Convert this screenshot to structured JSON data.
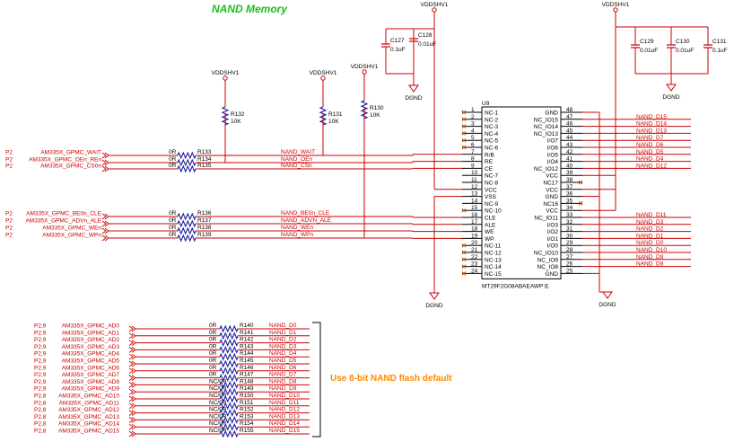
{
  "title": "NAND Memory",
  "note": "Use 8-bit NAND flash default",
  "power": {
    "vddshv1": "VDDSHV1",
    "dgnd": "DGND"
  },
  "caps": [
    {
      "ref": "C127",
      "val": "0.1uF"
    },
    {
      "ref": "C128",
      "val": "0.01uF"
    },
    {
      "ref": "C129",
      "val": "0.01uF"
    },
    {
      "ref": "C130",
      "val": "0.01uF"
    },
    {
      "ref": "C131",
      "val": "0.1uF"
    }
  ],
  "pullups": [
    {
      "ref": "R132",
      "val": "10K"
    },
    {
      "ref": "R131",
      "val": "10K"
    },
    {
      "ref": "R130",
      "val": "10K"
    }
  ],
  "ic": {
    "ref": "U9",
    "part": "MT29F2G08ABAEAWP:E",
    "left_pins": [
      {
        "num": "1",
        "name": "NC-1"
      },
      {
        "num": "2",
        "name": "NC-2"
      },
      {
        "num": "3",
        "name": "NC-3"
      },
      {
        "num": "4",
        "name": "NC-4"
      },
      {
        "num": "5",
        "name": "NC-5"
      },
      {
        "num": "6",
        "name": "NC-6"
      },
      {
        "num": "7",
        "name": "R/B"
      },
      {
        "num": "8",
        "name": "RE"
      },
      {
        "num": "9",
        "name": "CE"
      },
      {
        "num": "10",
        "name": "NC-7"
      },
      {
        "num": "11",
        "name": "NC-8"
      },
      {
        "num": "12",
        "name": "VCC"
      },
      {
        "num": "13",
        "name": "VSS"
      },
      {
        "num": "14",
        "name": "NC-9"
      },
      {
        "num": "15",
        "name": "NC-10"
      },
      {
        "num": "16",
        "name": "CLE"
      },
      {
        "num": "17",
        "name": "ALE"
      },
      {
        "num": "18",
        "name": "WE"
      },
      {
        "num": "19",
        "name": "WP"
      },
      {
        "num": "20",
        "name": "NC-11"
      },
      {
        "num": "21",
        "name": "NC-12"
      },
      {
        "num": "22",
        "name": "NC-13"
      },
      {
        "num": "23",
        "name": "NC-14"
      },
      {
        "num": "24",
        "name": "NC-15"
      }
    ],
    "right_pins": [
      {
        "num": "48",
        "name": "GND"
      },
      {
        "num": "47",
        "name": "NC_IO15"
      },
      {
        "num": "46",
        "name": "NC_IO14"
      },
      {
        "num": "45",
        "name": "NC_IO13"
      },
      {
        "num": "44",
        "name": "I/O7"
      },
      {
        "num": "43",
        "name": "I/O6"
      },
      {
        "num": "42",
        "name": "I/O5"
      },
      {
        "num": "41",
        "name": "I/O4"
      },
      {
        "num": "40",
        "name": "NC_IO12"
      },
      {
        "num": "39",
        "name": "VCC"
      },
      {
        "num": "38",
        "name": "NC17"
      },
      {
        "num": "37",
        "name": "VCC"
      },
      {
        "num": "36",
        "name": "GND"
      },
      {
        "num": "35",
        "name": "NC16"
      },
      {
        "num": "34",
        "name": "VCC"
      },
      {
        "num": "33",
        "name": "NC_IO11"
      },
      {
        "num": "32",
        "name": "I/O3"
      },
      {
        "num": "31",
        "name": "I/O2"
      },
      {
        "num": "30",
        "name": "I/O1"
      },
      {
        "num": "29",
        "name": "I/O0"
      },
      {
        "num": "28",
        "name": "NC_IO10"
      },
      {
        "num": "27",
        "name": "NC_IO9"
      },
      {
        "num": "26",
        "name": "NC_IO8"
      },
      {
        "num": "25",
        "name": "GND"
      }
    ],
    "right_nets": [
      {
        "pin": "47",
        "net": "NAND_D15"
      },
      {
        "pin": "46",
        "net": "NAND_D14"
      },
      {
        "pin": "45",
        "net": "NAND_D13"
      },
      {
        "pin": "44",
        "net": "NAND_D7"
      },
      {
        "pin": "43",
        "net": "NAND_D6"
      },
      {
        "pin": "42",
        "net": "NAND_D5"
      },
      {
        "pin": "41",
        "net": "NAND_D4"
      },
      {
        "pin": "40",
        "net": "NAND_D12"
      },
      {
        "pin": "33",
        "net": "NAND_D11"
      },
      {
        "pin": "32",
        "net": "NAND_D3"
      },
      {
        "pin": "31",
        "net": "NAND_D2"
      },
      {
        "pin": "30",
        "net": "NAND_D1"
      },
      {
        "pin": "29",
        "net": "NAND_D0"
      },
      {
        "pin": "28",
        "net": "NAND_D10"
      },
      {
        "pin": "27",
        "net": "NAND_D9"
      },
      {
        "pin": "26",
        "net": "NAND_D8"
      }
    ]
  },
  "control_signals": [
    {
      "port": "P2",
      "signal": "AM335X_GPMC_WAIT",
      "val": "0R",
      "ref": "R133",
      "net": "NAND_WAIT",
      "pin": "7"
    },
    {
      "port": "P2",
      "signal": "AM335X_GPMC_OEn_REn",
      "val": "0R",
      "ref": "R134",
      "net": "NAND_OEn",
      "pin": "8"
    },
    {
      "port": "P2",
      "signal": "AM335X_GPMC_CS0n",
      "val": "0R",
      "ref": "R135",
      "net": "NAND_CSn",
      "pin": "9"
    },
    {
      "port": "P2",
      "signal": "AM335X_GPMC_BE0n_CLE",
      "val": "0R",
      "ref": "R136",
      "net": "NAND_BE0n_CLE",
      "pin": "16"
    },
    {
      "port": "P2",
      "signal": "AM335X_GPMC_ADVn_ALE",
      "val": "0R",
      "ref": "R137",
      "net": "NAND_ADVN_ALE",
      "pin": "17"
    },
    {
      "port": "P2",
      "signal": "AM335X_GPMC_WEn",
      "val": "0R",
      "ref": "R138",
      "net": "NAND_WEn",
      "pin": "18"
    },
    {
      "port": "P2",
      "signal": "AM335X_GPMC_WPn",
      "val": "0R",
      "ref": "R139",
      "net": "NAND_WPn",
      "pin": "19"
    }
  ],
  "data_signals": [
    {
      "port": "P2,9",
      "signal": "AM335X_GPMC_AD0",
      "val": "0R",
      "ref": "R140",
      "net": "NAND_D0"
    },
    {
      "port": "P2,9",
      "signal": "AM335X_GPMC_AD1",
      "val": "0R",
      "ref": "R141",
      "net": "NAND_D1"
    },
    {
      "port": "P2,9",
      "signal": "AM335X_GPMC_AD2",
      "val": "0R",
      "ref": "R142",
      "net": "NAND_D2"
    },
    {
      "port": "P2,9",
      "signal": "AM335X_GPMC_AD3",
      "val": "0R",
      "ref": "R143",
      "net": "NAND_D3"
    },
    {
      "port": "P2,9",
      "signal": "AM335X_GPMC_AD4",
      "val": "0R",
      "ref": "R144",
      "net": "NAND_D4"
    },
    {
      "port": "P2,9",
      "signal": "AM335X_GPMC_AD5",
      "val": "0R",
      "ref": "R145",
      "net": "NAND_D5"
    },
    {
      "port": "P2,9",
      "signal": "AM335X_GPMC_AD6",
      "val": "0R",
      "ref": "R146",
      "net": "NAND_D6"
    },
    {
      "port": "P2,9",
      "signal": "AM335X_GPMC_AD7",
      "val": "0R",
      "ref": "R147",
      "net": "NAND_D7"
    },
    {
      "port": "P2,9",
      "signal": "AM335X_GPMC_AD8",
      "val": "NC/0R",
      "ref": "R148",
      "net": "NAND_D8"
    },
    {
      "port": "P2,9",
      "signal": "AM335X_GPMC_AD9",
      "val": "NC/0R",
      "ref": "R149",
      "net": "NAND_D9"
    },
    {
      "port": "P2,8",
      "signal": "AM335X_GPMC_AD10",
      "val": "NC/0R",
      "ref": "R150",
      "net": "NAND_D10"
    },
    {
      "port": "P2,8",
      "signal": "AM335X_GPMC_AD11",
      "val": "NC/0R",
      "ref": "R151",
      "net": "NAND_D11"
    },
    {
      "port": "P2,8",
      "signal": "AM335X_GPMC_AD12",
      "val": "NC/0R",
      "ref": "R152",
      "net": "NAND_D12"
    },
    {
      "port": "P2,8",
      "signal": "AM335X_GPMC_AD13",
      "val": "NC/0R",
      "ref": "R153",
      "net": "NAND_D13"
    },
    {
      "port": "P2,8",
      "signal": "AM335X_GPMC_AD14",
      "val": "NC/0R",
      "ref": "R154",
      "net": "NAND_D14"
    },
    {
      "port": "P2,8",
      "signal": "AM335X_GPMC_AD15",
      "val": "NC/0R",
      "ref": "R155",
      "net": "NAND_D15"
    }
  ],
  "colors": {
    "wire": "#cc0000",
    "line": "#000000",
    "resistor": "#1a1aa0",
    "rail": "#cc0000",
    "title": "#18c018",
    "note": "#ff8800"
  }
}
